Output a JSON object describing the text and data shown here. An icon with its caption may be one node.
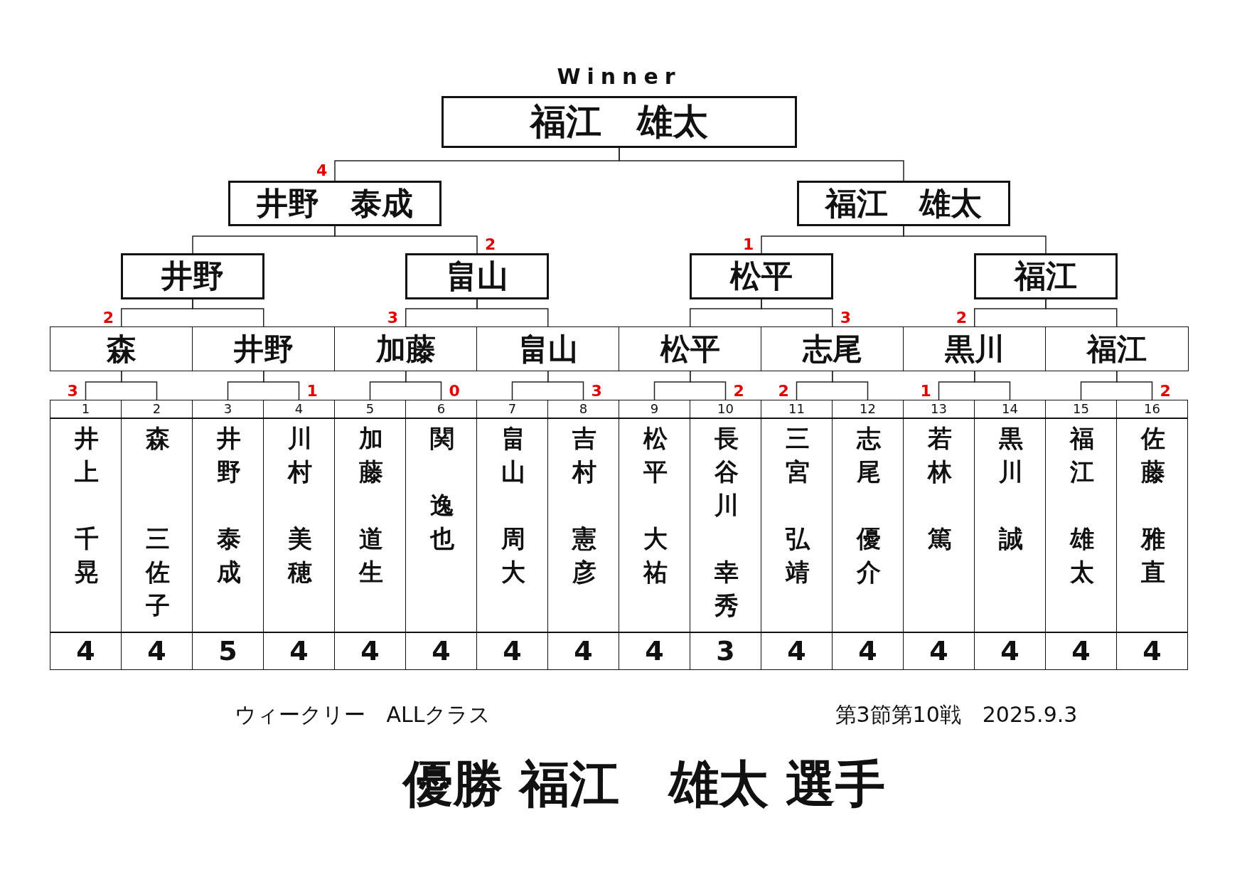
{
  "diagram": {
    "nodes": [
      {
        "text": [
          "Winner",
          "福江　雄太"
        ]
      },
      {
        "text": [
          "井野　泰成"
        ]
      },
      {
        "text": [
          "福江　雄太"
        ]
      },
      {
        "text": [
          "井野"
        ]
      },
      {
        "text": [
          "畠山"
        ]
      },
      {
        "text": [
          "松平"
        ]
      },
      {
        "text": [
          "福江"
        ]
      },
      {
        "text": [
          "森"
        ]
      },
      {
        "text": [
          "井野"
        ]
      },
      {
        "text": [
          "加藤"
        ]
      },
      {
        "text": [
          "畠山"
        ]
      },
      {
        "text": [
          "松平"
        ]
      },
      {
        "text": [
          "志尾"
        ]
      },
      {
        "text": [
          "黒川"
        ]
      },
      {
        "text": [
          "福江"
        ]
      },
      {
        "text": [
          "1",
          "井上",
          "千晃",
          "4"
        ]
      },
      {
        "text": [
          "2",
          "森",
          "三佐子",
          "4"
        ]
      },
      {
        "text": [
          "3",
          "井野",
          "泰成",
          "5"
        ]
      },
      {
        "text": [
          "4",
          "川村",
          "美穂",
          "4"
        ]
      },
      {
        "text": [
          "5",
          "加藤",
          "道生",
          "4"
        ]
      },
      {
        "text": [
          "6",
          "関",
          "逸也",
          "4"
        ]
      },
      {
        "text": [
          "7",
          "畠山",
          "周大",
          "4"
        ]
      },
      {
        "text": [
          "8",
          "吉村",
          "憲彦",
          "4"
        ]
      },
      {
        "text": [
          "9",
          "松平",
          "大祐",
          "4"
        ]
      },
      {
        "text": [
          "10",
          "長谷川",
          "幸秀",
          "3"
        ]
      },
      {
        "text": [
          "11",
          "三宮",
          "弘靖",
          "4"
        ]
      },
      {
        "text": [
          "12",
          "志尾",
          "優介",
          "4"
        ]
      },
      {
        "text": [
          "13",
          "若林",
          "篤",
          "4"
        ]
      },
      {
        "text": [
          "14",
          "黒川",
          "誠",
          "4"
        ]
      },
      {
        "text": [
          "15",
          "福江",
          "雄太",
          "4"
        ]
      },
      {
        "text": [
          "16",
          "佐藤",
          "雅直",
          "4"
        ]
      }
    ],
    "edges": [
      {
        "from": 1,
        "to": 0,
        "arrow": "none",
        "label": "4"
      },
      {
        "from": 2,
        "to": 0,
        "arrow": "none"
      },
      {
        "from": 3,
        "to": 1,
        "arrow": "none"
      },
      {
        "from": 4,
        "to": 1,
        "arrow": "none",
        "label": "2"
      },
      {
        "from": 5,
        "to": 2,
        "arrow": "none",
        "label": "1"
      },
      {
        "from": 6,
        "to": 2,
        "arrow": "none"
      },
      {
        "from": 7,
        "to": 3,
        "arrow": "none",
        "label": "2"
      },
      {
        "from": 8,
        "to": 3,
        "arrow": "none"
      },
      {
        "from": 9,
        "to": 4,
        "arrow": "none",
        "label": "3"
      },
      {
        "from": 10,
        "to": 4,
        "arrow": "none"
      },
      {
        "from": 11,
        "to": 5,
        "arrow": "none"
      },
      {
        "from": 12,
        "to": 5,
        "arrow": "none",
        "label": "3"
      },
      {
        "from": 13,
        "to": 6,
        "arrow": "none",
        "label": "2"
      },
      {
        "from": 14,
        "to": 6,
        "arrow": "none"
      },
      {
        "from": 15,
        "to": 7,
        "arrow": "none",
        "label": "3"
      },
      {
        "from": 16,
        "to": 7,
        "arrow": "none"
      },
      {
        "from": 17,
        "to": 8,
        "arrow": "none"
      },
      {
        "from": 18,
        "to": 8,
        "arrow": "none",
        "label": "1"
      },
      {
        "from": 19,
        "to": 9,
        "arrow": "none"
      },
      {
        "from": 20,
        "to": 9,
        "arrow": "none",
        "label": "0"
      },
      {
        "from": 21,
        "to": 10,
        "arrow": "none"
      },
      {
        "from": 22,
        "to": 10,
        "arrow": "none",
        "label": "3"
      },
      {
        "from": 23,
        "to": 11,
        "arrow": "none"
      },
      {
        "from": 24,
        "to": 11,
        "arrow": "none",
        "label": "2"
      },
      {
        "from": 25,
        "to": 12,
        "arrow": "none",
        "label": "2"
      },
      {
        "from": 26,
        "to": 12,
        "arrow": "none"
      },
      {
        "from": 27,
        "to": 13,
        "arrow": "none",
        "label": "1"
      },
      {
        "from": 28,
        "to": 13,
        "arrow": "none"
      },
      {
        "from": 29,
        "to": 14,
        "arrow": "none"
      },
      {
        "from": 30,
        "to": 14,
        "arrow": "none",
        "label": "2"
      }
    ],
    "labels": [
      "ウィークリー　ALLクラス",
      "第3節第10戦　2025.9.3",
      "優勝 福江　雄太 選手"
    ]
  }
}
